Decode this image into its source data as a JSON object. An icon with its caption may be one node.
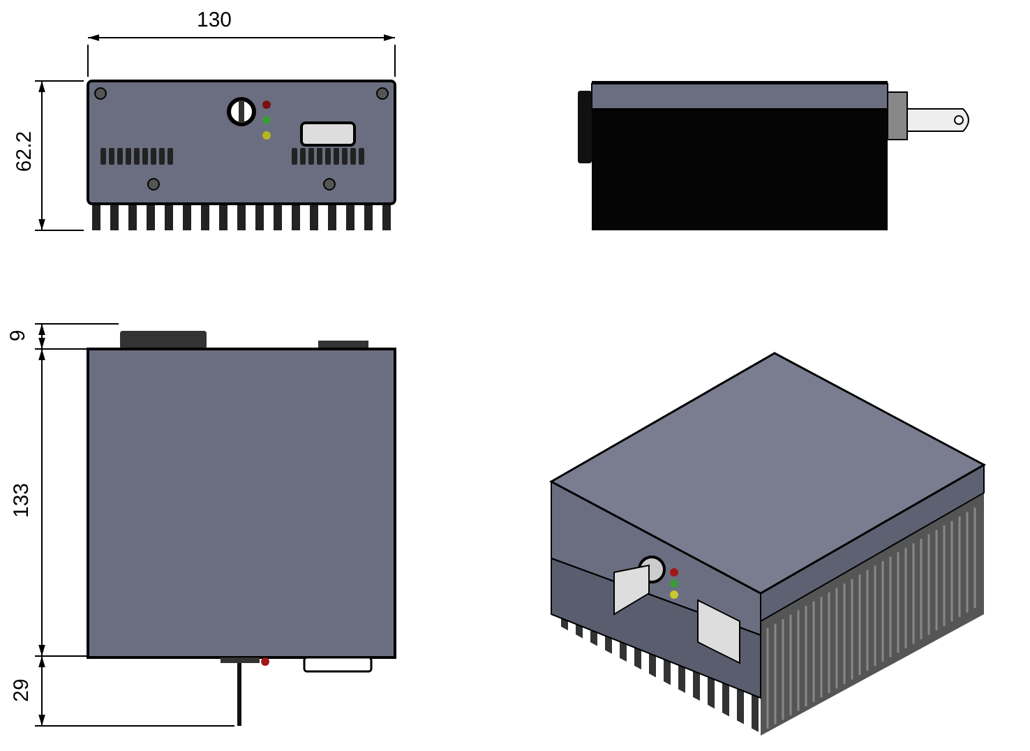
{
  "diagram": {
    "labels": [
      "130",
      "62.2",
      "9",
      "133",
      "29"
    ]
  }
}
